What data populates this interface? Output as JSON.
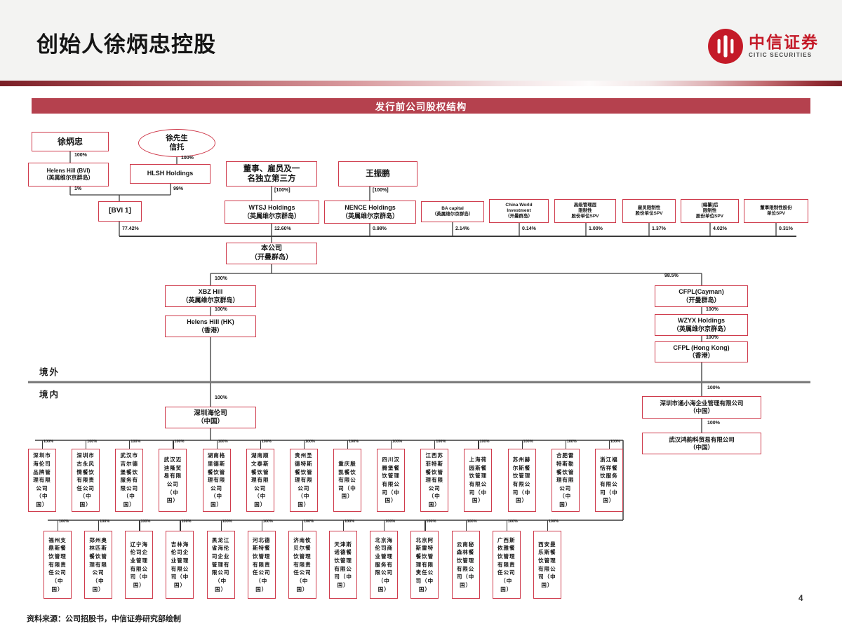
{
  "header": {
    "title": "创始人徐炳忠控股",
    "logo_cn": "中信证券",
    "logo_en": "CITIC SECURITIES"
  },
  "banner": {
    "title": "发行前公司股权结构"
  },
  "regions": {
    "offshore": "境外",
    "onshore": "境内"
  },
  "nodes": {
    "xu": [
      "徐炳忠"
    ],
    "trust": [
      "徐先生",
      "信托"
    ],
    "helens_bvi": [
      "Helens Hill (BVI)",
      "（英属维尔京群岛）"
    ],
    "hlsh": [
      "HLSH Holdings"
    ],
    "directors": [
      "董事、雇员及一",
      "名独立第三方"
    ],
    "wang": [
      "王振鹏"
    ],
    "bvi1": [
      "[BVI 1]"
    ],
    "wtsj": [
      "WTSJ Holdings",
      "（英属维尔京群岛）"
    ],
    "nence": [
      "NENCE Holdings",
      "（英属维尔京群岛）"
    ],
    "ba": [
      "BA capital",
      "（英属维尔京群岛）"
    ],
    "cwi": [
      "China World",
      "Investment",
      "（开曼群岛）"
    ],
    "spv_mgmt": [
      "高级管理层",
      "限制性",
      "股份单位SPV"
    ],
    "spv_emp": [
      "雇员限制性",
      "股份单位SPV"
    ],
    "spv_post": [
      "[编纂]后",
      "限制性",
      "股份单位SPV"
    ],
    "spv_dir": [
      "董事限制性股份",
      "单位SPV"
    ],
    "co": [
      "本公司",
      "（开曼群岛）"
    ],
    "xbz": [
      "XBZ Hill",
      "（英属维尔京群岛）"
    ],
    "hhk": [
      "Helens Hill (HK)",
      "（香港）"
    ],
    "cfpl_cayman": [
      "CFPL(Cayman)",
      "（开曼群岛）"
    ],
    "wzyx": [
      "WZYX Holdings",
      "（英属维尔京群岛）"
    ],
    "cfpl_hk": [
      "CFPL (Hong Kong)",
      "（香港）"
    ],
    "sz_helens": [
      "深圳海伦司",
      "（中国）"
    ],
    "txh": [
      "深圳市通小海企业管理有限公司",
      "（中国）"
    ],
    "whhy": [
      "武汉鸿韵科贸易有限公司",
      "（中国）"
    ]
  },
  "percents": {
    "xu_to_helens": "100%",
    "trust_to_hlsh": "100%",
    "helens_to_bvi1": "1%",
    "hlsh_to_bvi1": "99%",
    "directors_to_wtsj": "[100%]",
    "wang_to_nence": "[100%]",
    "bvi1_to_co": "77.42%",
    "wtsj_to_co": "12.60%",
    "nence_to_co": "0.98%",
    "ba_to_co": "2.14%",
    "cwi_to_co": "0.14%",
    "spv_mgmt_to_co": "1.00%",
    "spv_emp_to_co": "1.37%",
    "spv_post_to_co": "4.02%",
    "spv_dir_to_co": "0.31%",
    "co_to_xbz": "100%",
    "co_to_cfpl": "98.5%",
    "xbz_to_hhk": "100%",
    "hhk_to_szhelens": "100%",
    "cfpl_to_wzyx": "100%",
    "wzyx_to_cfplhk": "100%",
    "cfplhk_to_txh": "100%",
    "txh_to_whhy": "100%",
    "subsidiary": "100%"
  },
  "subsidiaries_row1": [
    "深圳市海伦司品牌管理有限公司（中国）",
    "深圳市古永风情餐饮有限责任公司（中国）",
    "武汉市吉尔德堡餐饮服务有限公司（中国）",
    "武汉迈迪隆贸易有限公司（中国）",
    "湖南格里德斯餐饮管理有限公司（中国）",
    "湖南顺文泰斯餐饮管理有限公司（中国）",
    "贵州圣德特斯餐饮管理有限公司（中国）",
    "重庆殷凯餐饮有限公司（中国）",
    "四川汉腾堡餐饮管理有限公司（中国）",
    "江西苏菲特斯餐饮管理有限公司（中国）",
    "上海荷园斯餐饮管理有限公司（中国）",
    "苏州赫尔斯餐饮管理有限公司（中国）",
    "合肥雷特斯勒餐饮管理有限公司（中国）",
    "浙江福恬祥餐饮服务有限公司（中国）"
  ],
  "subsidiaries_row2": [
    "福州支鼎斯餐饮管理有限责任公司（中国）",
    "郑州奥林匹斯餐饮管理有限公司（中国）",
    "辽宁海伦司企业管理有限公司（中国）",
    "吉林海伦司企业管理有限公司（中国）",
    "黑龙江省海伦司企业管理有限公司（中国）",
    "河北德斯特餐饮管理有限责任公司（中国）",
    "济南攸贝尔餐饮管理有限责任公司（中国）",
    "天津斯诺德餐饮管理有限公司（中国）",
    "北京海伦司商业管理服务有限公司（中国）",
    "北京阿斯雷特餐饮管理有限责任公司（中国）",
    "云南秘森林餐饮管理有限公司（中国）",
    "广西斯侬雅餐饮管理有限责任公司（中国）",
    "西安曼乐斯餐饮管理有限公司（中国）"
  ],
  "footer": {
    "source": "资料来源：公司招股书，中信证券研究部绘制",
    "page": "4"
  }
}
